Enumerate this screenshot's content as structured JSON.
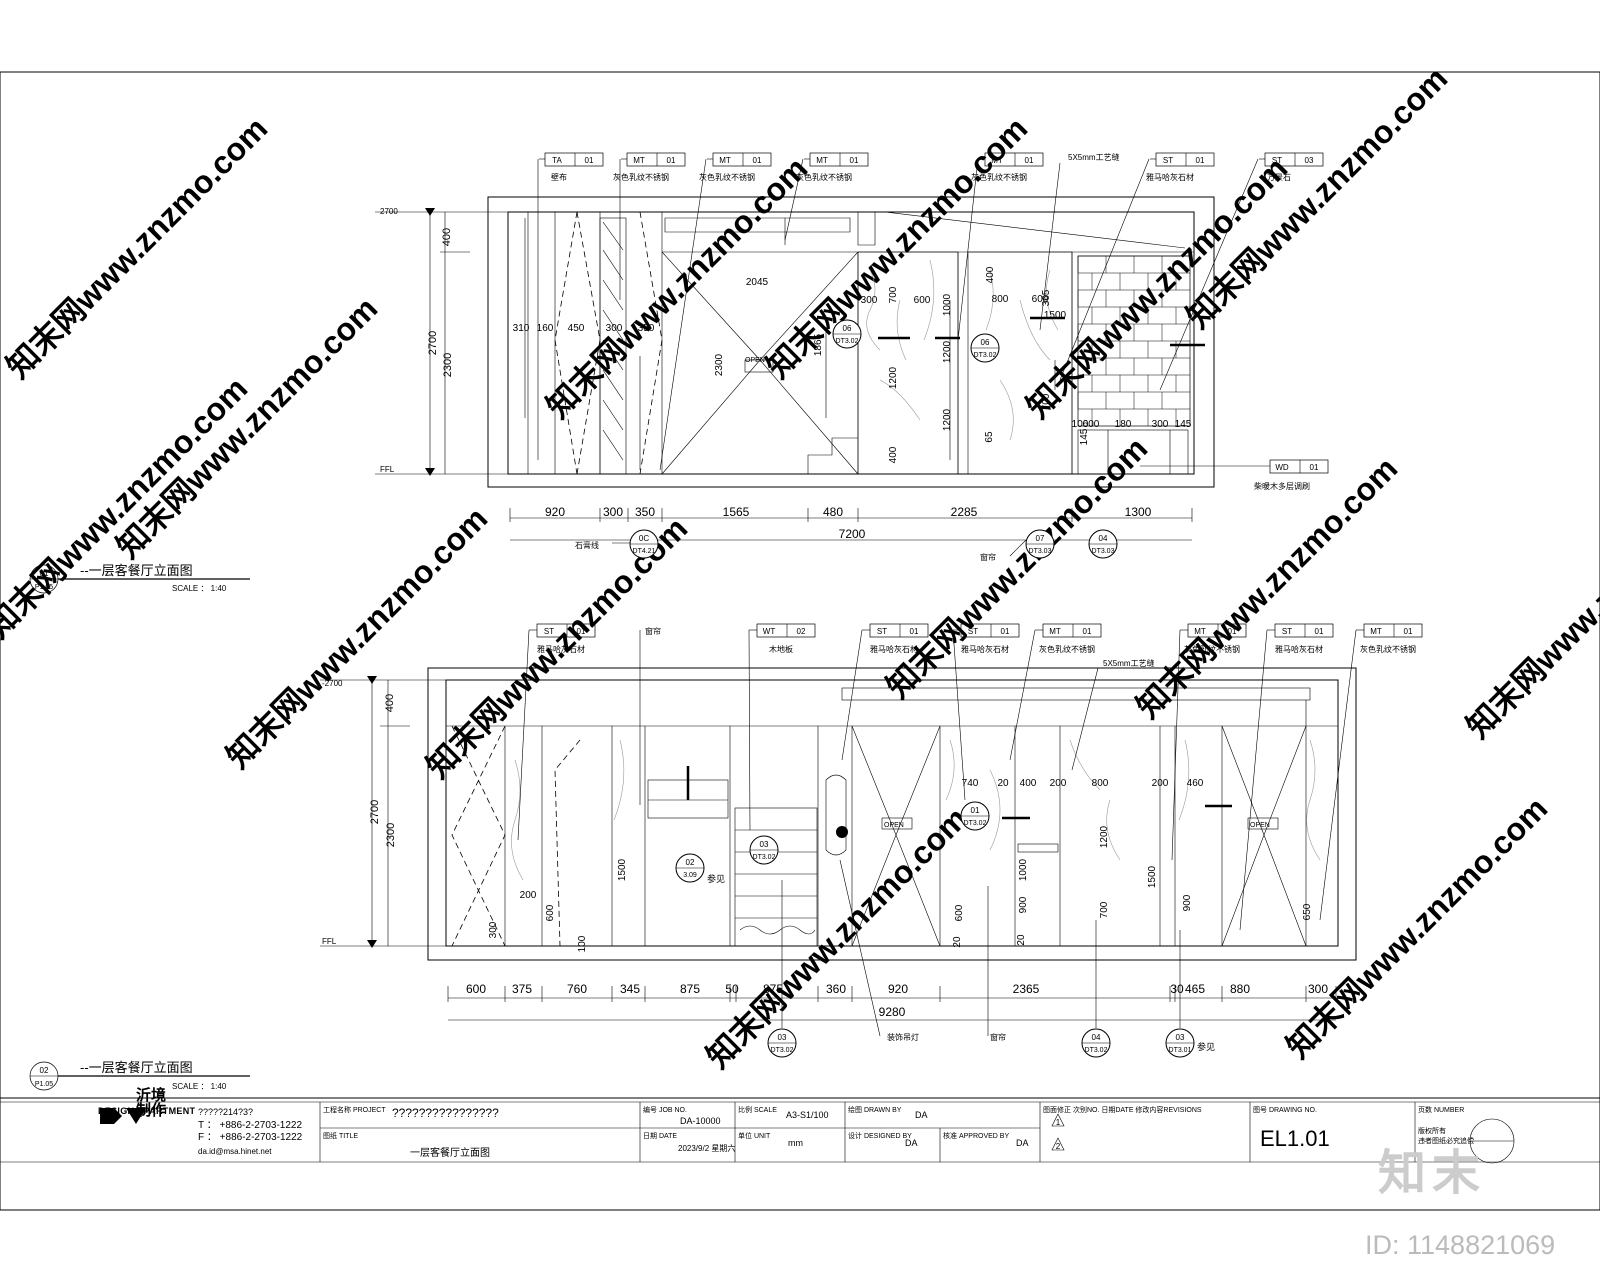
{
  "elevation1": {
    "title": "一层客餐厅立面图",
    "ref_no": "01",
    "ref_sheet": "P1.05",
    "scale": "SCALE ： 1:40",
    "level_top": "2700",
    "level_floor": "FFL",
    "heights": [
      "400",
      "2700",
      "2300"
    ],
    "inner_dims": [
      "310",
      "160",
      "450",
      "300",
      "350",
      "2045",
      "2300",
      "1865",
      "300",
      "700",
      "600",
      "1000",
      "1200",
      "400",
      "1200",
      "1200",
      "800",
      "400",
      "600",
      "365",
      "1500",
      "700",
      "65",
      "100",
      "600",
      "180",
      "300",
      "145",
      "145"
    ],
    "bottom_dims": [
      "920",
      "300",
      "350",
      "1565",
      "480",
      "2285",
      "1300"
    ],
    "total": "7200",
    "open_label": "OPEN",
    "tags": [
      {
        "code": "TA",
        "no": "01",
        "desc": "壁布"
      },
      {
        "code": "MT",
        "no": "01",
        "desc": "灰色乳纹不锈钢"
      },
      {
        "code": "MT",
        "no": "01",
        "desc": "灰色乳纹不锈钢"
      },
      {
        "code": "MT",
        "no": "01",
        "desc": "灰色乳纹不锈钢"
      },
      {
        "code": "MT",
        "no": "01",
        "desc": "灰色乳纹不锈钢"
      },
      {
        "code": "ST",
        "no": "01",
        "desc": "雅马哈灰石材"
      },
      {
        "code": "ST",
        "no": "03",
        "desc": "万景石"
      }
    ],
    "groove_note": "5X5mm工艺缝",
    "wd_tag": {
      "code": "WD",
      "no": "01",
      "desc": "柴暖木多层调刷"
    },
    "callouts": [
      {
        "no": "06",
        "sheet": "DT3.02"
      },
      {
        "no": "06",
        "sheet": "DT3.02"
      },
      {
        "no": "0C",
        "sheet": "DT4.21"
      },
      {
        "no": "07",
        "sheet": "DT3.03"
      },
      {
        "no": "04",
        "sheet": "DT3.03"
      }
    ],
    "notes": [
      "石膏线",
      "窗帘"
    ]
  },
  "elevation2": {
    "title": "一层客餐厅立面图",
    "ref_no": "02",
    "ref_sheet": "P1.05",
    "scale": "SCALE ： 1:40",
    "level_top": "-2700",
    "level_floor": "FFL",
    "heights": [
      "400",
      "2700",
      "2300"
    ],
    "inner_dims": [
      "200",
      "600",
      "300",
      "100",
      "1500",
      "740",
      "20",
      "400",
      "200",
      "800",
      "200",
      "460",
      "1000",
      "1200",
      "900",
      "1000",
      "1500",
      "900",
      "600",
      "700",
      "20",
      "20",
      "650"
    ],
    "bottom_dims": [
      "600",
      "375",
      "760",
      "345",
      "875",
      "50",
      "875",
      "360",
      "920",
      "2365",
      "30",
      "465",
      "880",
      "300"
    ],
    "total": "9280",
    "open_labels": [
      "OPEN",
      "OPEN"
    ],
    "tags": [
      {
        "code": "ST",
        "no": "01",
        "desc": "雅马哈灰石材"
      },
      {
        "code": "WT",
        "no": "02",
        "desc": "木地板"
      },
      {
        "code": "ST",
        "no": "01",
        "desc": "雅马哈灰石材"
      },
      {
        "code": "ST",
        "no": "01",
        "desc": "雅马哈灰石材"
      },
      {
        "code": "MT",
        "no": "01",
        "desc": "灰色乳纹不锈钢"
      },
      {
        "code": "MT",
        "no": "01",
        "desc": "灰色乳纹不锈钢"
      },
      {
        "code": "ST",
        "no": "01",
        "desc": "雅马哈灰石材"
      },
      {
        "code": "MT",
        "no": "01",
        "desc": "灰色乳纹不锈钢"
      }
    ],
    "groove_note": "5X5mm工艺缝",
    "curtain_note": "窗帘",
    "callouts": [
      {
        "no": "02",
        "sheet": "3.09"
      },
      {
        "no": "03",
        "sheet": "DT3.02"
      },
      {
        "no": "01",
        "sheet": "DT3.02"
      },
      {
        "no": "03",
        "sheet": "DT3.02"
      },
      {
        "no": "04",
        "sheet": "DT3.02"
      },
      {
        "no": "03",
        "sheet": "DT3.01"
      }
    ],
    "notes": [
      "参见",
      "装饰吊灯",
      "窗帘",
      "参见"
    ]
  },
  "title_block": {
    "company_cn": "沂境\n制作",
    "company_en": "DESIGN APARTMENT",
    "company_code": "?????214?3?",
    "tel": "T ： +886-2-2703-1222",
    "fax": "F ： +886-2-2703-1222",
    "email": "da.id@msa.hinet.net",
    "project_label": "工程名称 PROJECT",
    "project_value": "????????????????",
    "title_label": "图纸 TITLE",
    "title_value": "一层客餐厅立面图",
    "job_label": "编号 JOB NO.",
    "job_value": "DA-10000",
    "date_label": "日期 DATE",
    "date_value": "2023/9/2 星期六",
    "scale_label": "比例 SCALE",
    "scale_value": "A3-S1/100",
    "unit_label": "单位 UNIT",
    "unit_value": "mm",
    "drawn_label": "绘图 DRAWN BY",
    "drawn_value": "DA",
    "designed_label": "设计 DESIGNED BY",
    "designed_value": "DA",
    "approved_label": "核准 APPROVED BY",
    "approved_value": "DA",
    "revision_label": "图面修正 次别NO. 日期DATE 修改内容REVISIONS",
    "revisions": [
      "1",
      "2"
    ],
    "drawing_no_label": "图号 DRAWING NO.",
    "drawing_no": "EL1.01",
    "sheet_label": "页数 NUMBER",
    "sheet_note": "版权所有\n违者图纸必究追偿"
  },
  "watermark": "知末网www.znzmo.com",
  "brand_mark": "知末",
  "image_id": "ID: 1148821069"
}
